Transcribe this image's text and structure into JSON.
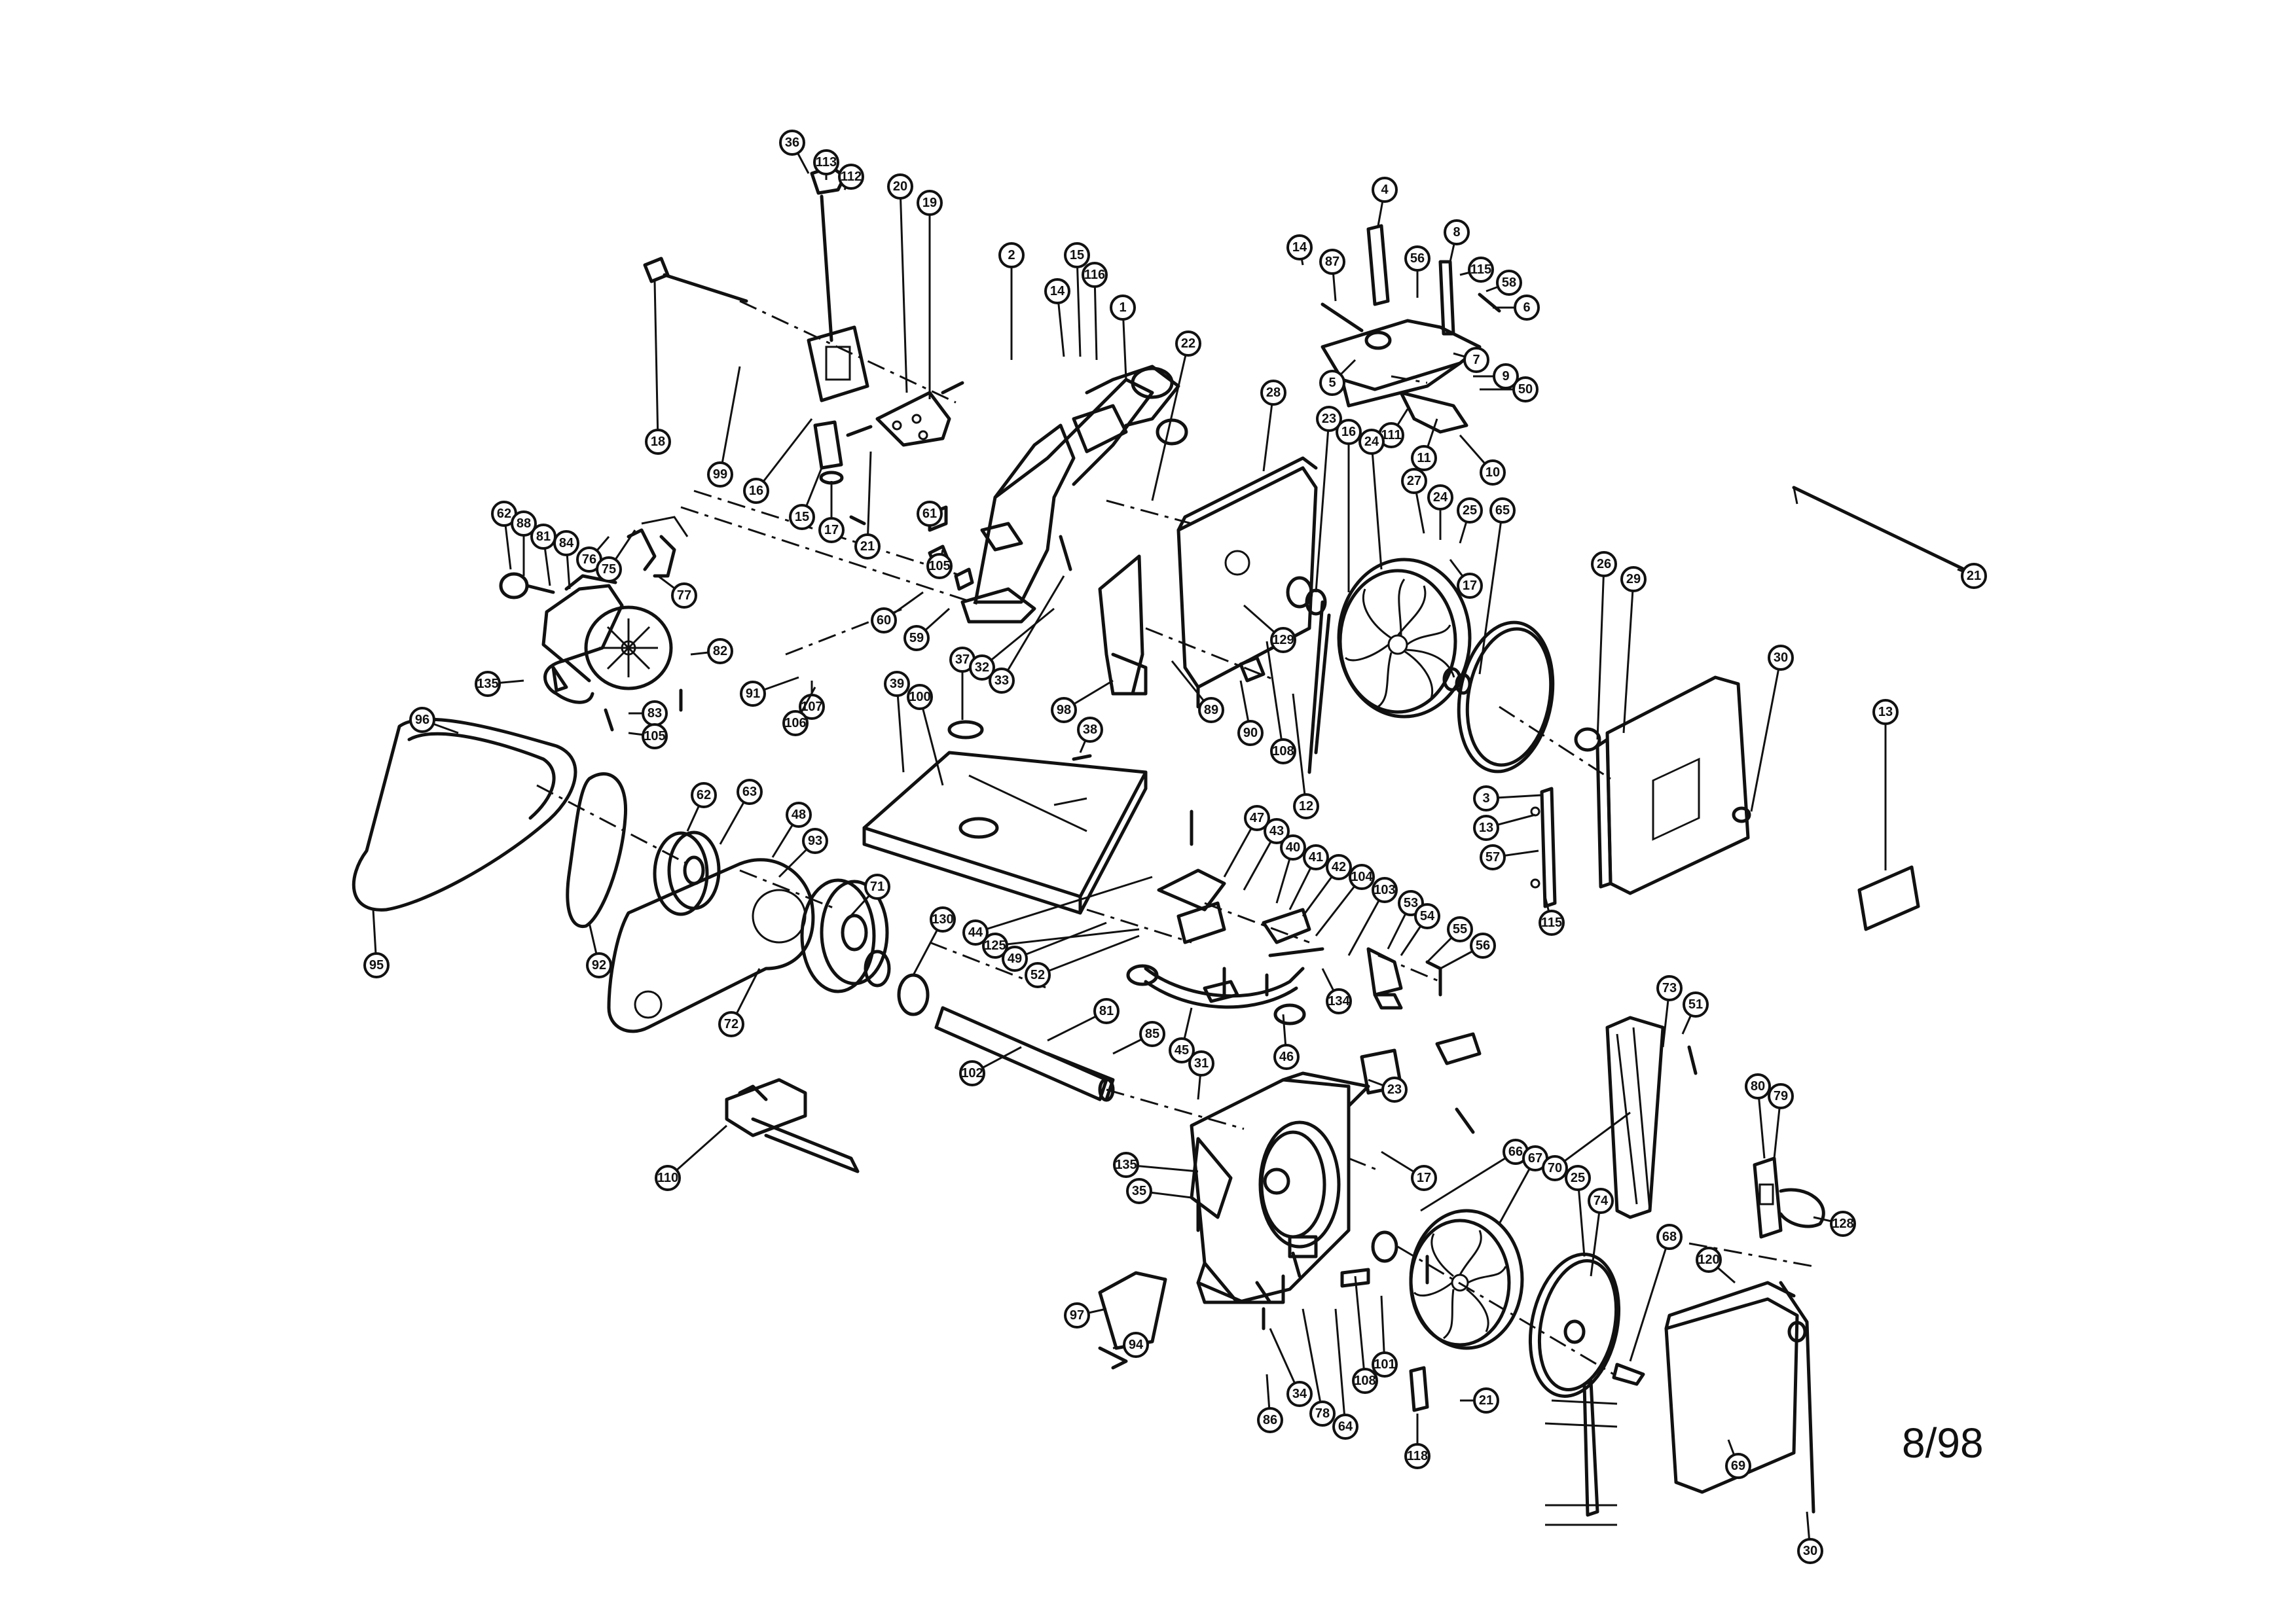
{
  "sheet": {
    "date_code": "8/98"
  },
  "callouts": {
    "c36": "36",
    "c113": "113",
    "c112": "112",
    "c20a": "20",
    "c19a": "19",
    "c18": "18",
    "c99": "99",
    "c16a": "16",
    "c15a": "15",
    "c17a": "17",
    "c2": "2",
    "c15b": "15",
    "c14a": "14",
    "c116": "116",
    "c1": "1",
    "c22": "22",
    "c21a": "21",
    "c61": "61",
    "c105a": "105",
    "c60": "60",
    "c59": "59",
    "c4": "4",
    "c14b": "14",
    "c87": "87",
    "c56a": "56",
    "c8": "8",
    "c115a": "115",
    "c58": "58",
    "c6": "6",
    "c5": "5",
    "c7": "7",
    "c9": "9",
    "c50": "50",
    "c111": "111",
    "c11": "11",
    "c10": "10",
    "c28a": "28",
    "c23a": "23",
    "c16b": "16",
    "c24a": "24",
    "c27": "27",
    "c24b": "24",
    "c25a": "25",
    "c65": "65",
    "c17b": "17",
    "c129": "129",
    "c21b": "21",
    "c26": "26",
    "c29": "29",
    "c30a": "30",
    "c3": "3",
    "c13a": "13",
    "c57": "57",
    "c115b": "115",
    "c13b": "13",
    "c62a": "62",
    "c88": "88",
    "c81a": "81",
    "c84": "84",
    "c76": "76",
    "c75": "75",
    "c77": "77",
    "c82": "82",
    "c135a": "135",
    "c83": "83",
    "c105b": "105",
    "c91": "91",
    "c107": "107",
    "c106": "106",
    "c37": "37",
    "c32": "32",
    "c33": "33",
    "c39": "39",
    "c100": "100",
    "c38": "38",
    "c98": "98",
    "c89": "89",
    "c90": "90",
    "c108a": "108",
    "c12": "12",
    "c96": "96",
    "c62b": "62",
    "c63": "63",
    "c48": "48",
    "c93": "93",
    "c71": "71",
    "c95": "95",
    "c92": "92",
    "c72": "72",
    "c130": "130",
    "c47": "47",
    "c43": "43",
    "c40": "40",
    "c41": "41",
    "c42": "42",
    "c104": "104",
    "c103": "103",
    "c53": "53",
    "c54": "54",
    "c55": "55",
    "c56b": "56",
    "c44": "44",
    "c125": "125",
    "c49": "49",
    "c52": "52",
    "c134": "134",
    "c81b": "81",
    "c85": "85",
    "c102": "102",
    "c45": "45",
    "c46": "46",
    "c31": "31",
    "c23b": "23",
    "c110": "110",
    "c73": "73",
    "c51": "51",
    "c80": "80",
    "c79": "79",
    "c128": "128",
    "c135b": "135",
    "c35": "35",
    "c17c": "17",
    "c66": "66",
    "c67": "67",
    "c70": "70",
    "c25b": "25",
    "c74": "74",
    "c68": "68",
    "c120": "120",
    "c97": "97",
    "c94": "94",
    "c34": "34",
    "c86": "86",
    "c78": "78",
    "c64": "64",
    "c108b": "108",
    "c101": "101",
    "c21c": "21",
    "c118": "118",
    "c69": "69",
    "c30b": "30"
  },
  "icons": {
    "motor": "electric-motor-icon",
    "wheel": "band-wheel-icon",
    "belt": "v-belt-icon",
    "tire": "wheel-tire-icon",
    "table": "work-table-icon"
  }
}
